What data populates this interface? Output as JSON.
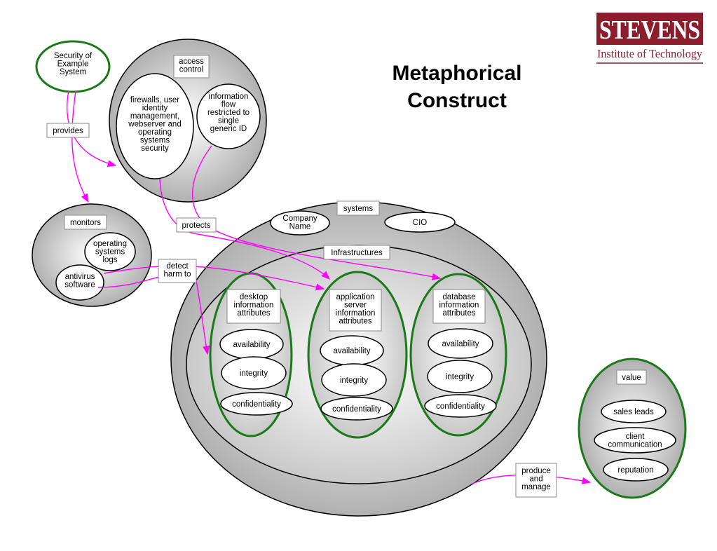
{
  "title": {
    "line1": "Metaphorical",
    "line2": "Construct"
  },
  "logo": {
    "name": "STEVENS",
    "subtitle": "Institute of Technology"
  },
  "nodes": {
    "security": [
      "Security of",
      "Example",
      "System"
    ],
    "access_control": [
      "access",
      "control"
    ],
    "firewalls": [
      "firewalls, user",
      "identity",
      "management,",
      "webserver and",
      "operating",
      "systems",
      "security"
    ],
    "info_flow": [
      "information",
      "flow",
      "restricted to",
      "single",
      "generic ID"
    ],
    "monitors": [
      "monitors"
    ],
    "os_logs": [
      "operating",
      "systems",
      "logs"
    ],
    "antivirus": [
      "antivirus",
      "software"
    ],
    "systems": [
      "systems"
    ],
    "company_name": [
      "Company",
      "Name"
    ],
    "cio": [
      "CIO"
    ],
    "infrastructures": [
      "Infrastructures"
    ],
    "desktop": [
      "desktop",
      "information",
      "attributes"
    ],
    "app_server": [
      "application",
      "server",
      "information",
      "attributes"
    ],
    "database": [
      "database",
      "information",
      "attributes"
    ],
    "availability": [
      "availability"
    ],
    "integrity": [
      "integrity"
    ],
    "confidentiality": [
      "confidentiality"
    ],
    "value": [
      "value"
    ],
    "sales_leads": [
      "sales leads"
    ],
    "client_comm": [
      "client",
      "communication"
    ],
    "reputation": [
      "reputation"
    ]
  },
  "edges": {
    "provides": [
      "provides"
    ],
    "protects": [
      "protects"
    ],
    "detect_harm": [
      "detect",
      "harm to"
    ],
    "produce_manage": [
      "produce",
      "and",
      "manage"
    ]
  }
}
